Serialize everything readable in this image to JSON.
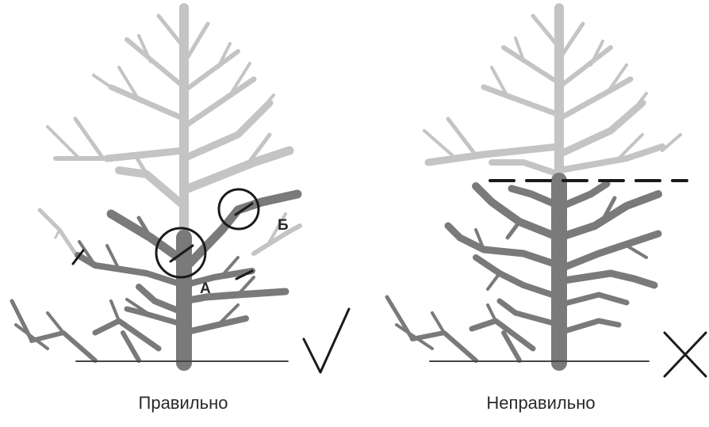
{
  "panels": {
    "correct": {
      "caption": "Правильно",
      "cut_labels": {
        "a": "А",
        "b": "Б"
      },
      "mark_icon": "checkmark-icon"
    },
    "incorrect": {
      "caption": "Неправильно",
      "mark_icon": "cross-icon"
    }
  },
  "colors": {
    "trunk_dark": "#7a7a7a",
    "crown_light": "#c4c4c4",
    "cut_mark": "#1a1a1a",
    "ground": "#444444"
  }
}
